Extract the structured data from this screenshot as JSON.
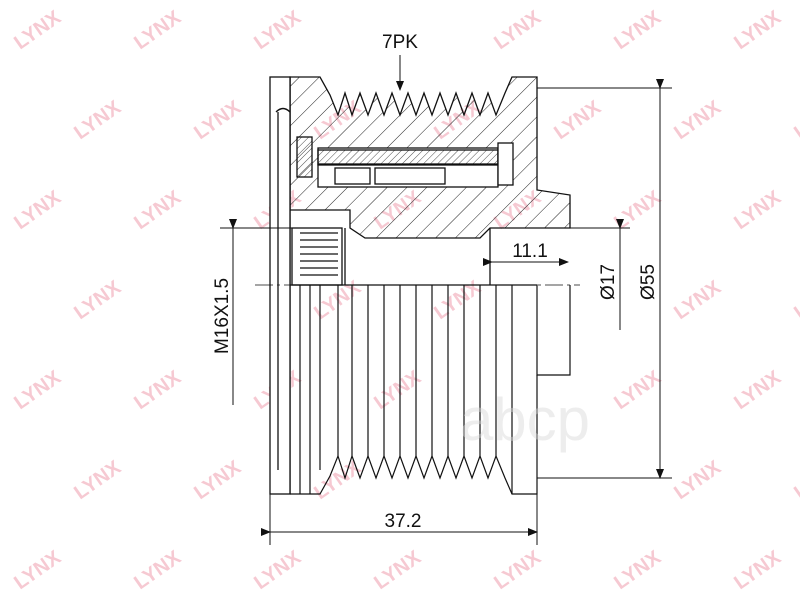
{
  "drawing": {
    "belt_profile_label": "7PK",
    "dim_bore_depth": "11.1",
    "dim_bore_diameter": "Ø17",
    "dim_outer_diameter": "Ø55",
    "dim_thread": "M16X1.5",
    "dim_overall_length": "37.2"
  },
  "watermark": {
    "brand": "LYNX",
    "site": "abcp"
  },
  "colors": {
    "line": "#111111",
    "watermark": "#f3b8c4"
  }
}
